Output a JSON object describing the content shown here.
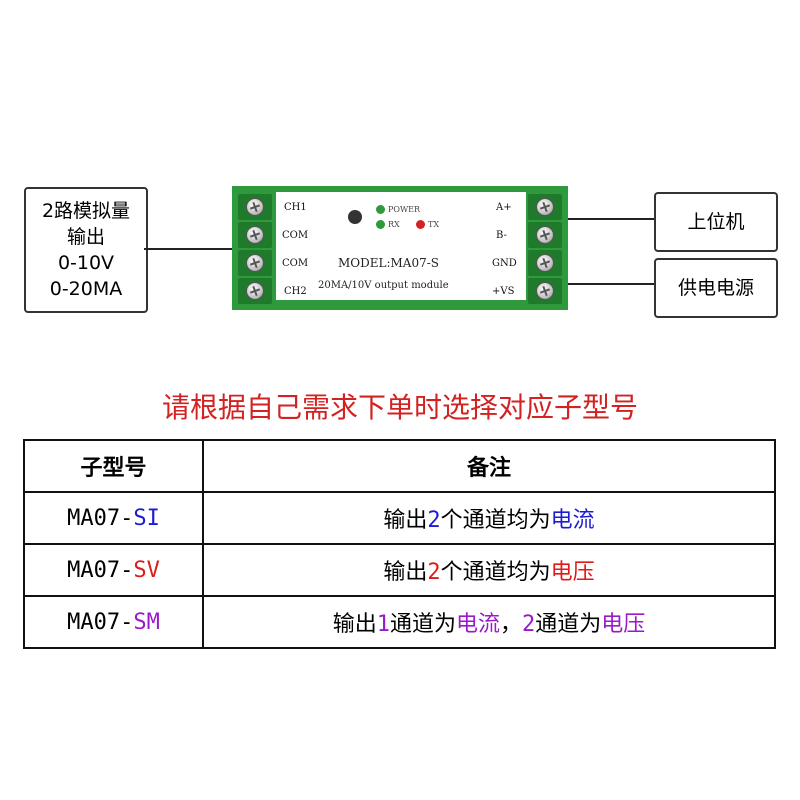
{
  "left_box": {
    "line1": "2路模拟量",
    "line2": "输出",
    "line3": "0-10V",
    "line4": "0-20MA"
  },
  "host_box": {
    "label": "上位机"
  },
  "psu_box": {
    "label": "供电电源"
  },
  "module": {
    "left_pins": [
      "CH1",
      "COM",
      "COM",
      "CH2"
    ],
    "right_pins": [
      "A+",
      "B-",
      "GND",
      "+VS"
    ],
    "led_power": "POWER",
    "led_rx": "RX",
    "led_tx": "TX",
    "model": "MODEL:MA07-S",
    "subtitle": "20MA/10V output module"
  },
  "notice": "请根据自己需求下单时选择对应子型号",
  "table": {
    "headers": [
      "子型号",
      "备注"
    ],
    "rows": [
      {
        "model_prefix": "MA07-",
        "model_suffix": "SI",
        "color": "#1b1bd6",
        "note": [
          "输出",
          "2",
          "个通道均为",
          "电流"
        ]
      },
      {
        "model_prefix": "MA07-",
        "model_suffix": "SV",
        "color": "#e01a1a",
        "note": [
          "输出",
          "2",
          "个通道均为",
          "电压"
        ]
      },
      {
        "model_prefix": "MA07-",
        "model_suffix": "SM",
        "color": "#9a1acb",
        "note": [
          "输出",
          "1",
          "通道为",
          "电流",
          "，",
          "2",
          "通道为",
          "电压"
        ]
      }
    ]
  },
  "colors": {
    "module_green": "#2e9a3c",
    "notice_red": "#d22222",
    "si_blue": "#1b1bd6",
    "sv_red": "#e01a1a",
    "sm_purple": "#9a1acb"
  }
}
